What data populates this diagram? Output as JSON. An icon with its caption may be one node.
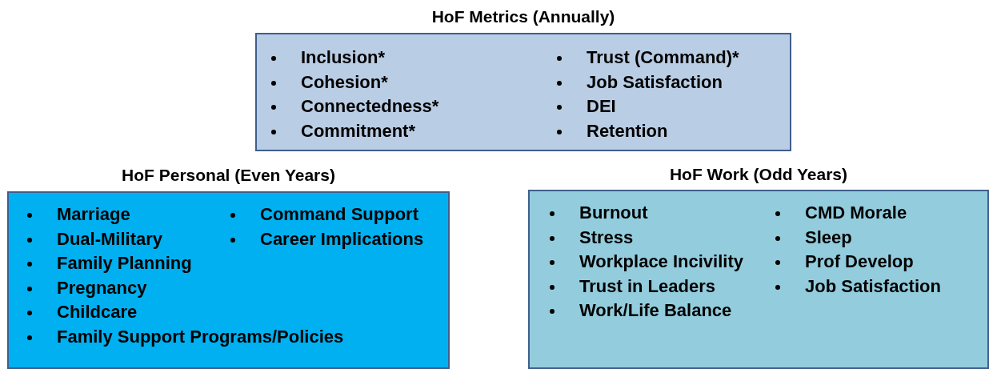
{
  "diagram": {
    "nodes": [
      {
        "text": [
          "HoF Metrics (Annually)",
          "Inclusion*",
          "Cohesion*",
          "Connectedness*",
          "Commitment*",
          "Trust (Command)*",
          "Job Satisfaction",
          "DEI",
          "Retention"
        ]
      },
      {
        "text": [
          "HoF Personal (Even Years)",
          "Marriage",
          "Dual-Military",
          "Family Planning",
          "Pregnancy",
          "Childcare",
          "Family Support Programs/Policies",
          "Command Support",
          "Career Implications"
        ]
      },
      {
        "text": [
          "HoF Work (Odd Years)",
          "Burnout",
          "Stress",
          "Workplace Incivility",
          "Trust in Leaders",
          "Work/Life Balance",
          "CMD Morale",
          "Sleep",
          "Prof Develop",
          "Job Satisfaction"
        ]
      }
    ],
    "edges": []
  }
}
